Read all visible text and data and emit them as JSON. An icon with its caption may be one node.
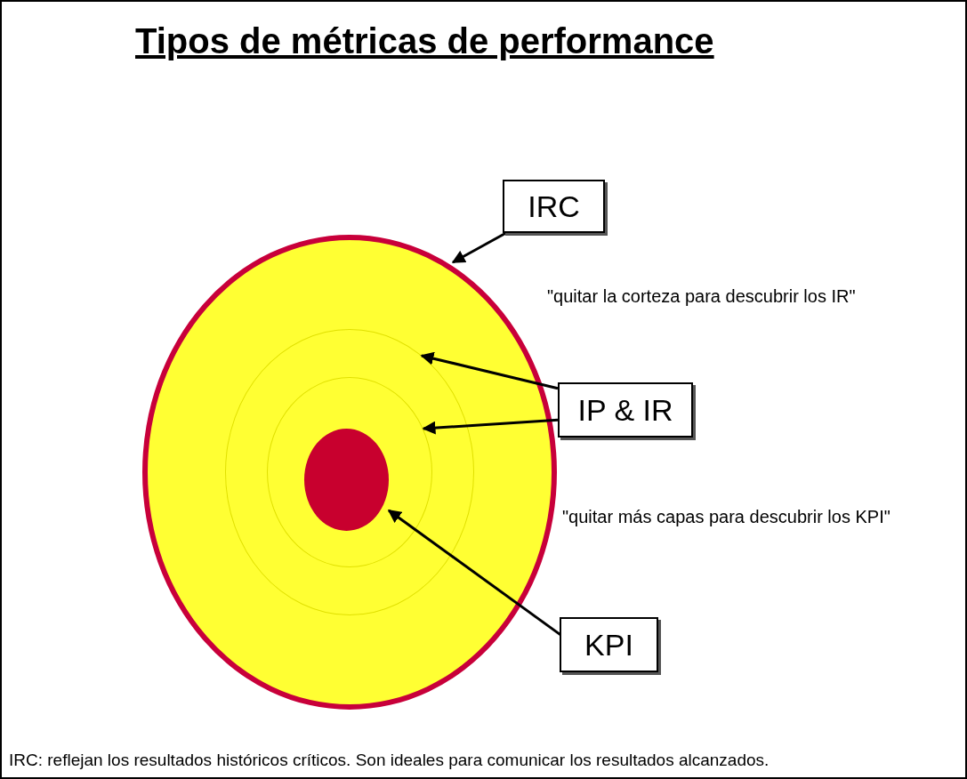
{
  "diagram": {
    "title": "Tipos de métricas de performance",
    "caption": "IRC: reflejan los resultados históricos críticos. Son ideales para comunicar los resultados alcanzados.",
    "nodes": [
      {
        "text": [],
        "shape": "circle"
      },
      {
        "text": [],
        "shape": "circle",
        "in": 0
      },
      {
        "text": [],
        "shape": "circle",
        "in": 1
      },
      {
        "text": [],
        "shape": "circle",
        "in": 2
      },
      {
        "text": [
          "IRC"
        ]
      },
      {
        "text": [
          "IP & IR"
        ]
      },
      {
        "text": [
          "KPI"
        ]
      }
    ],
    "edges": [
      {
        "from": 4,
        "to": 0,
        "arrow": "to"
      },
      {
        "from": 5,
        "to": 1,
        "arrow": "to"
      },
      {
        "from": 5,
        "to": 2,
        "arrow": "to"
      },
      {
        "from": 6,
        "to": 3,
        "arrow": "to"
      }
    ],
    "labels": [
      "\"quitar la corteza para descubrir los IR\"",
      "\"quitar más capas para descubrir los KPI\""
    ]
  }
}
